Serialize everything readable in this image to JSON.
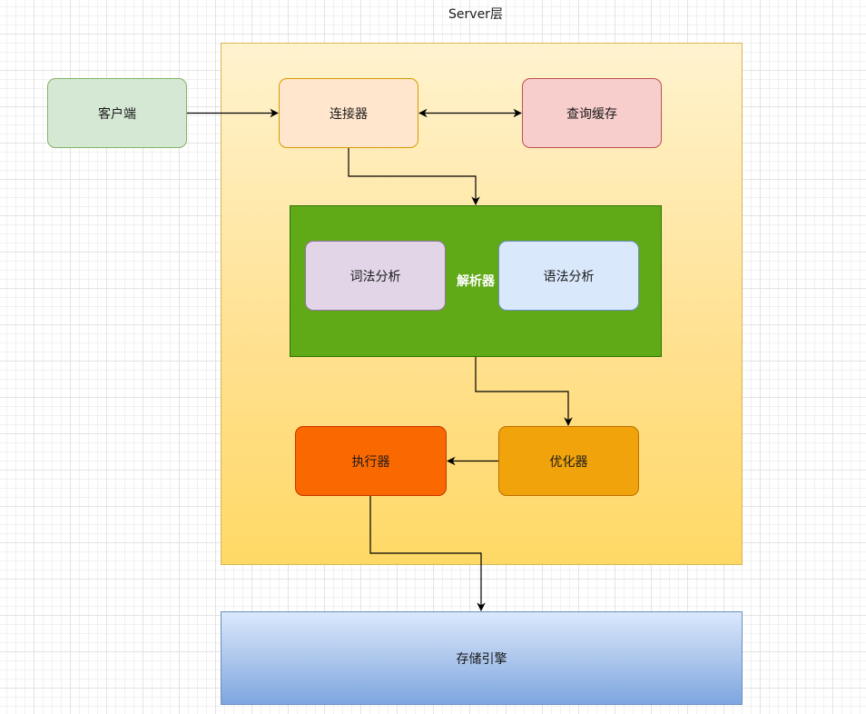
{
  "diagram": {
    "title": "Server层",
    "nodes": {
      "client": "客户端",
      "connector": "连接器",
      "query_cache": "查询缓存",
      "parser": "解析器",
      "lexical_analysis": "词法分析",
      "syntax_analysis": "语法分析",
      "optimizer": "优化器",
      "executor": "执行器",
      "storage_engine": "存储引擎"
    },
    "colors": {
      "server_layer": "#ffd966",
      "client": "#d5e8d4",
      "connector": "#ffe6cc",
      "query_cache": "#f8cecc",
      "parser": "#60a917",
      "lexical_analysis": "#e1d5e7",
      "syntax_analysis": "#dae8fc",
      "optimizer": "#f0a30a",
      "executor": "#fa6800",
      "storage_engine": "#7ea6e0"
    },
    "edges": [
      {
        "from": "client",
        "to": "connector",
        "direction": "forward"
      },
      {
        "from": "connector",
        "to": "query_cache",
        "direction": "both"
      },
      {
        "from": "connector",
        "to": "parser",
        "direction": "forward"
      },
      {
        "from": "parser",
        "to": "optimizer",
        "direction": "forward"
      },
      {
        "from": "optimizer",
        "to": "executor",
        "direction": "forward"
      },
      {
        "from": "executor",
        "to": "storage_engine",
        "direction": "forward"
      }
    ]
  }
}
